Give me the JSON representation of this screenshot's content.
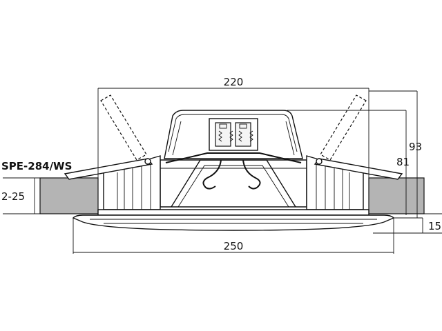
{
  "drawing": {
    "model": "SPE-284/WS",
    "dimensions": {
      "width_top": "220",
      "width_bottom": "250",
      "height_total": "93",
      "height_inner": "81",
      "ceiling_thickness": "2-25",
      "bezel_depth": "15"
    }
  }
}
